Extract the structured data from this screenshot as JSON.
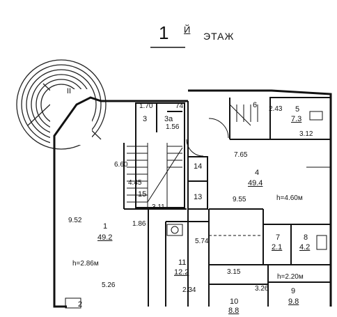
{
  "title": {
    "number": "1",
    "suffix": "Й",
    "word": "ЭТАЖ"
  },
  "stair_mark": "II",
  "labels": {
    "d170": "1.70",
    "r3": "3",
    "r3a": "3а",
    "d74": "74",
    "d156": "1.56",
    "r6": "6",
    "d243": "2.43",
    "r5": "5",
    "a73": "7.3",
    "d312": "3.12",
    "d660": "6.60",
    "d765": "7.65",
    "r14": "14",
    "r4": "4",
    "a494": "49.4",
    "d445": "4.45",
    "r15": "15",
    "r13": "13",
    "d955": "9.55",
    "h460": "h=4.60м",
    "d311": "3.11",
    "d952": "9.52",
    "r1": "1",
    "a492": "49.2",
    "d186": "1.86",
    "r7": "7",
    "a21": "2.1",
    "r8": "8",
    "a42": "4.2",
    "d574": "5.74",
    "h286": "h=2.86м",
    "r11": "11",
    "a122": "12.2",
    "d315": "3.15",
    "h220": "h=2.20м",
    "d526": "5.26",
    "d234": "2.34",
    "d326": "3.26",
    "r9": "9",
    "a98": "9.8",
    "r10": "10",
    "a88": "8.8",
    "r2": "2"
  }
}
